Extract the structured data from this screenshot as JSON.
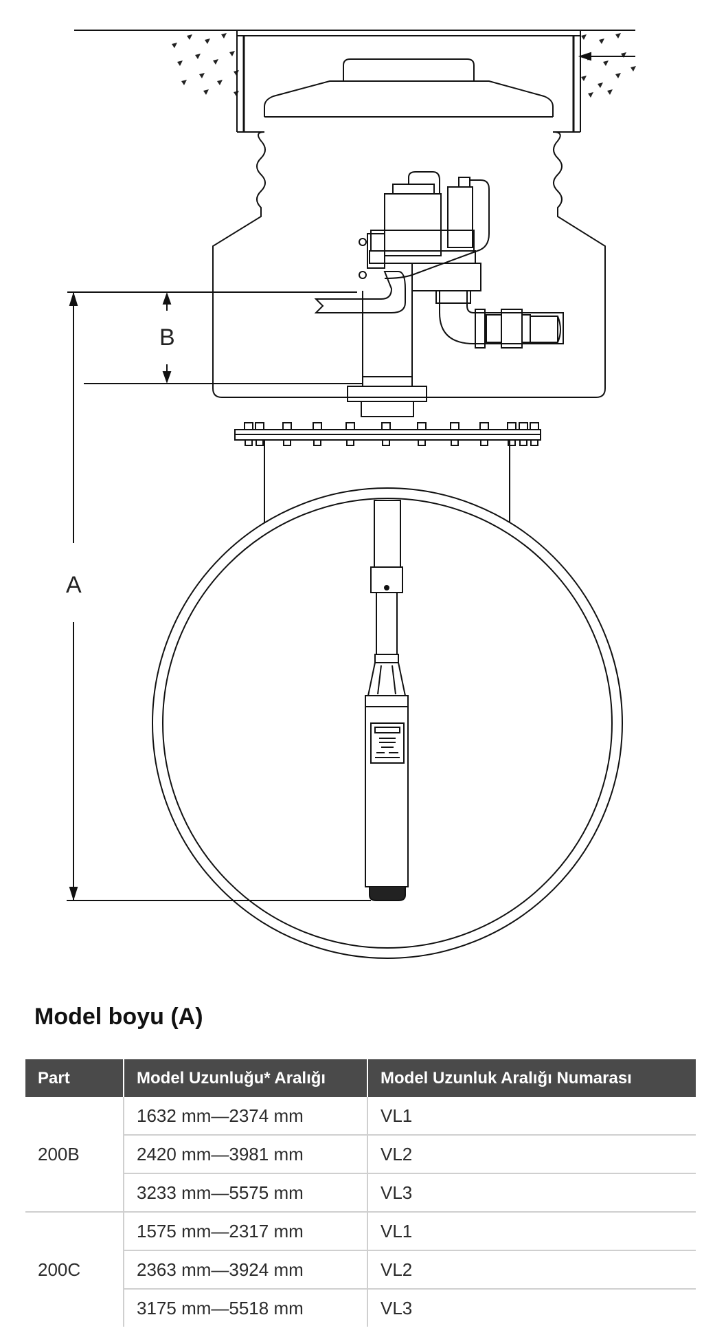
{
  "drawing": {
    "label_a": "A",
    "label_b": "B"
  },
  "section_title": "Model boyu (A)",
  "table": {
    "headers": [
      "Part",
      "Model Uzunluğu* Aralığı",
      "Model Uzunluk Aralığı Numarası"
    ],
    "groups": [
      {
        "part": "200B",
        "rows": [
          {
            "range": "1632 mm—2374 mm",
            "code": "VL1"
          },
          {
            "range": "2420 mm—3981 mm",
            "code": "VL2"
          },
          {
            "range": "3233 mm—5575 mm",
            "code": "VL3"
          }
        ]
      },
      {
        "part": "200C",
        "rows": [
          {
            "range": "1575 mm—2317 mm",
            "code": "VL1"
          },
          {
            "range": "2363 mm—3924 mm",
            "code": "VL2"
          },
          {
            "range": "3175 mm—5518 mm",
            "code": "VL3"
          }
        ]
      }
    ]
  }
}
